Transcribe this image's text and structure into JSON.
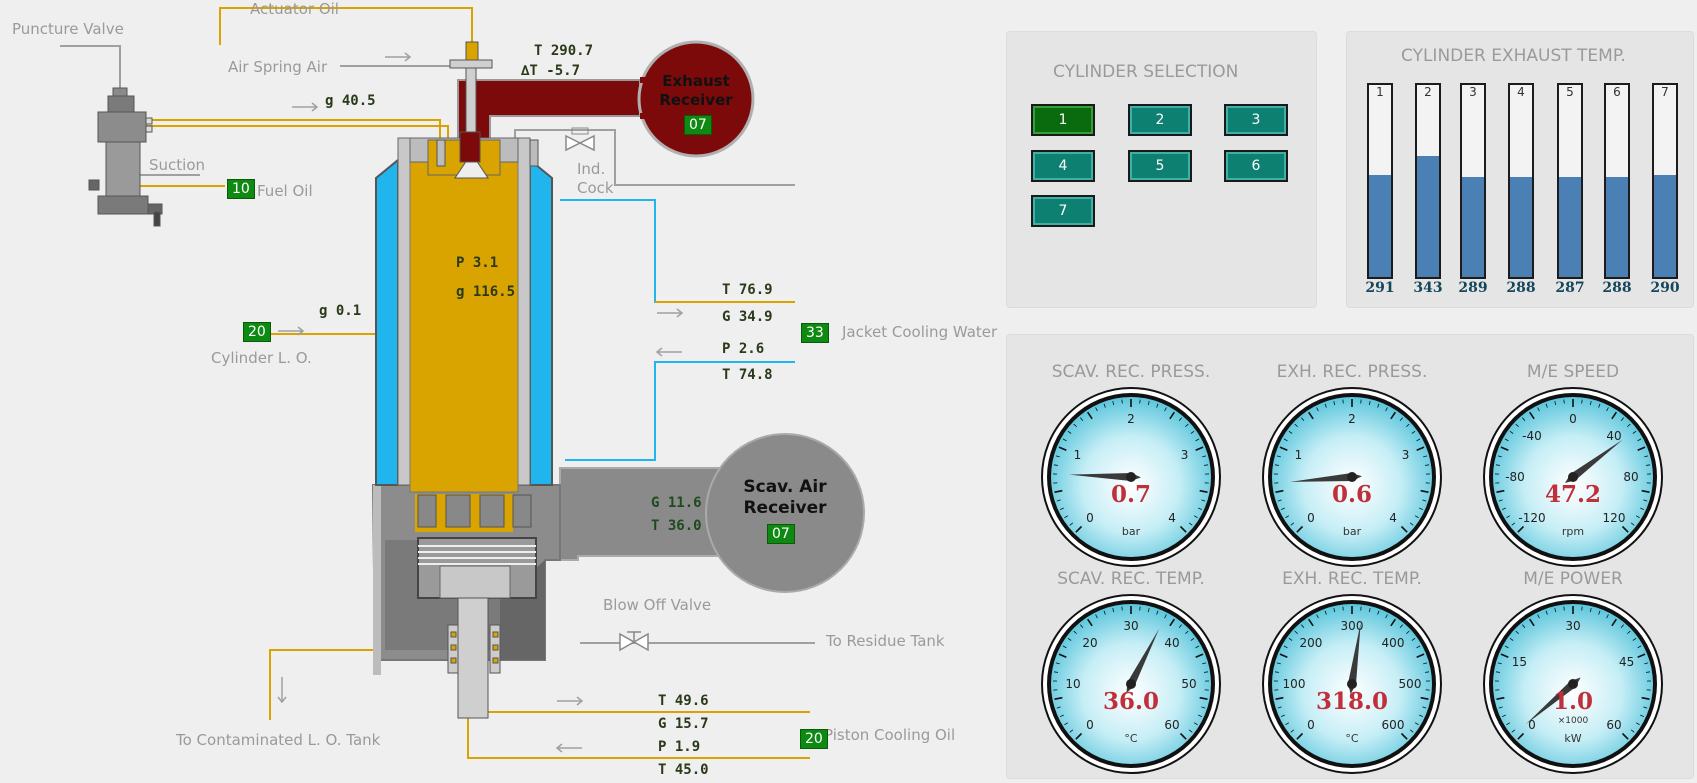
{
  "labels": {
    "puncture_valve": "Puncture Valve",
    "actuator_oil": "Actuator Oil",
    "air_spring_air": "Air Spring Air",
    "suction": "Suction",
    "fuel_oil": "Fuel Oil",
    "cylinder_lo": "Cylinder L. O.",
    "jacket_cooling_water": "Jacket Cooling Water",
    "ind_cock": "Ind.\nCock",
    "blow_off_valve": "Blow Off Valve",
    "to_residue_tank": "To Residue Tank",
    "to_contaminated_lo_tank": "To Contaminated L. O. Tank",
    "piston_cooling_oil": "Piston Cooling Oil",
    "exhaust_receiver": "Exhaust\nReceiver",
    "scav_air_receiver": "Scav. Air\nReceiver"
  },
  "readings": {
    "exhaust_t": "T 290.7",
    "exhaust_dt": "∆T -5.7",
    "air_spring_g": "g 40.5",
    "fuel_badge": "10",
    "cyl_lo_badge": "20",
    "cyl_lo_g": "g 0.1",
    "cylinder_p": "P 3.1",
    "cylinder_g": "g 116.5",
    "jcw_out_t": "T 76.9",
    "jcw_out_g": "G 34.9",
    "jcw_badge": "33",
    "jcw_in_p": "P 2.6",
    "jcw_in_t": "T 74.8",
    "exhaust_receiver_badge": "07",
    "scav_g": "G 11.6",
    "scav_t": "T 36.0",
    "scav_receiver_badge": "07",
    "pco_out_t": "T 49.6",
    "pco_out_g": "G 15.7",
    "pco_in_p": "P 1.9",
    "pco_in_t": "T 45.0",
    "pco_badge": "20"
  },
  "cylinder_selection": {
    "title": "CYLINDER SELECTION",
    "buttons": [
      "1",
      "2",
      "3",
      "4",
      "5",
      "6",
      "7"
    ],
    "selected": "1"
  },
  "exhaust_temp": {
    "title": "CYLINDER EXHAUST TEMP.",
    "cylinders": [
      {
        "label": "1",
        "value": "291",
        "fill_fraction": 0.53
      },
      {
        "label": "2",
        "value": "343",
        "fill_fraction": 0.63
      },
      {
        "label": "3",
        "value": "289",
        "fill_fraction": 0.52
      },
      {
        "label": "4",
        "value": "288",
        "fill_fraction": 0.52
      },
      {
        "label": "5",
        "value": "287",
        "fill_fraction": 0.52
      },
      {
        "label": "6",
        "value": "288",
        "fill_fraction": 0.52
      },
      {
        "label": "7",
        "value": "290",
        "fill_fraction": 0.53
      }
    ]
  },
  "gauges": [
    {
      "title": "SCAV. REC. PRESS.",
      "value": "0.7",
      "unit": "bar",
      "mult": "",
      "min": 0,
      "max": 4,
      "labels": [
        "0",
        "1",
        "2",
        "3",
        "4"
      ],
      "needle": 0.7
    },
    {
      "title": "EXH. REC. PRESS.",
      "value": "0.6",
      "unit": "bar",
      "mult": "",
      "min": 0,
      "max": 4,
      "labels": [
        "0",
        "1",
        "2",
        "3",
        "4"
      ],
      "needle": 0.6
    },
    {
      "title": "M/E SPEED",
      "value": "47.2",
      "unit": "rpm",
      "mult": "",
      "min": -120,
      "max": 120,
      "labels": [
        "-120",
        "-80",
        "-40",
        "0",
        "40",
        "80",
        "120"
      ],
      "needle": 47.2
    },
    {
      "title": "SCAV. REC. TEMP.",
      "value": "36.0",
      "unit": "°C",
      "mult": "",
      "min": 0,
      "max": 60,
      "labels": [
        "0",
        "10",
        "20",
        "30",
        "40",
        "50",
        "60"
      ],
      "needle": 36.0
    },
    {
      "title": "EXH. REC. TEMP.",
      "value": "318.0",
      "unit": "°C",
      "mult": "",
      "min": 0,
      "max": 600,
      "labels": [
        "0",
        "100",
        "200",
        "300",
        "400",
        "500",
        "600"
      ],
      "needle": 318.0
    },
    {
      "title": "M/E POWER",
      "value": "1.0",
      "unit": "kW",
      "mult": "×1000",
      "min": 0,
      "max": 60,
      "labels": [
        "0",
        "15",
        "30",
        "45",
        "60"
      ],
      "needle": 1.0
    }
  ],
  "colors": {
    "accent_green": "#0e8a12",
    "teal_button": "#0e8072",
    "exhaust_red": "#7d0a0a",
    "fuel_yellow": "#d9a300",
    "cooling_blue": "#21b5ee",
    "gauge_value_red": "#c0303a"
  }
}
